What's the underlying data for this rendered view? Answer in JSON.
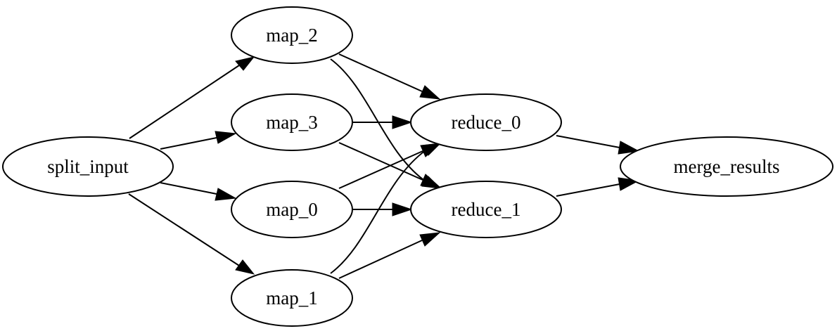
{
  "graph": {
    "nodes": [
      {
        "id": "split_input",
        "label": "split_input"
      },
      {
        "id": "map_2",
        "label": "map_2"
      },
      {
        "id": "map_3",
        "label": "map_3"
      },
      {
        "id": "map_0",
        "label": "map_0"
      },
      {
        "id": "map_1",
        "label": "map_1"
      },
      {
        "id": "reduce_0",
        "label": "reduce_0"
      },
      {
        "id": "reduce_1",
        "label": "reduce_1"
      },
      {
        "id": "merge_results",
        "label": "merge_results"
      }
    ],
    "edges": [
      {
        "from": "split_input",
        "to": "map_2"
      },
      {
        "from": "split_input",
        "to": "map_3"
      },
      {
        "from": "split_input",
        "to": "map_0"
      },
      {
        "from": "split_input",
        "to": "map_1"
      },
      {
        "from": "map_2",
        "to": "reduce_0"
      },
      {
        "from": "map_2",
        "to": "reduce_1"
      },
      {
        "from": "map_3",
        "to": "reduce_0"
      },
      {
        "from": "map_3",
        "to": "reduce_1"
      },
      {
        "from": "map_0",
        "to": "reduce_0"
      },
      {
        "from": "map_0",
        "to": "reduce_1"
      },
      {
        "from": "map_1",
        "to": "reduce_0"
      },
      {
        "from": "map_1",
        "to": "reduce_1"
      },
      {
        "from": "reduce_0",
        "to": "merge_results"
      },
      {
        "from": "reduce_1",
        "to": "merge_results"
      }
    ]
  }
}
